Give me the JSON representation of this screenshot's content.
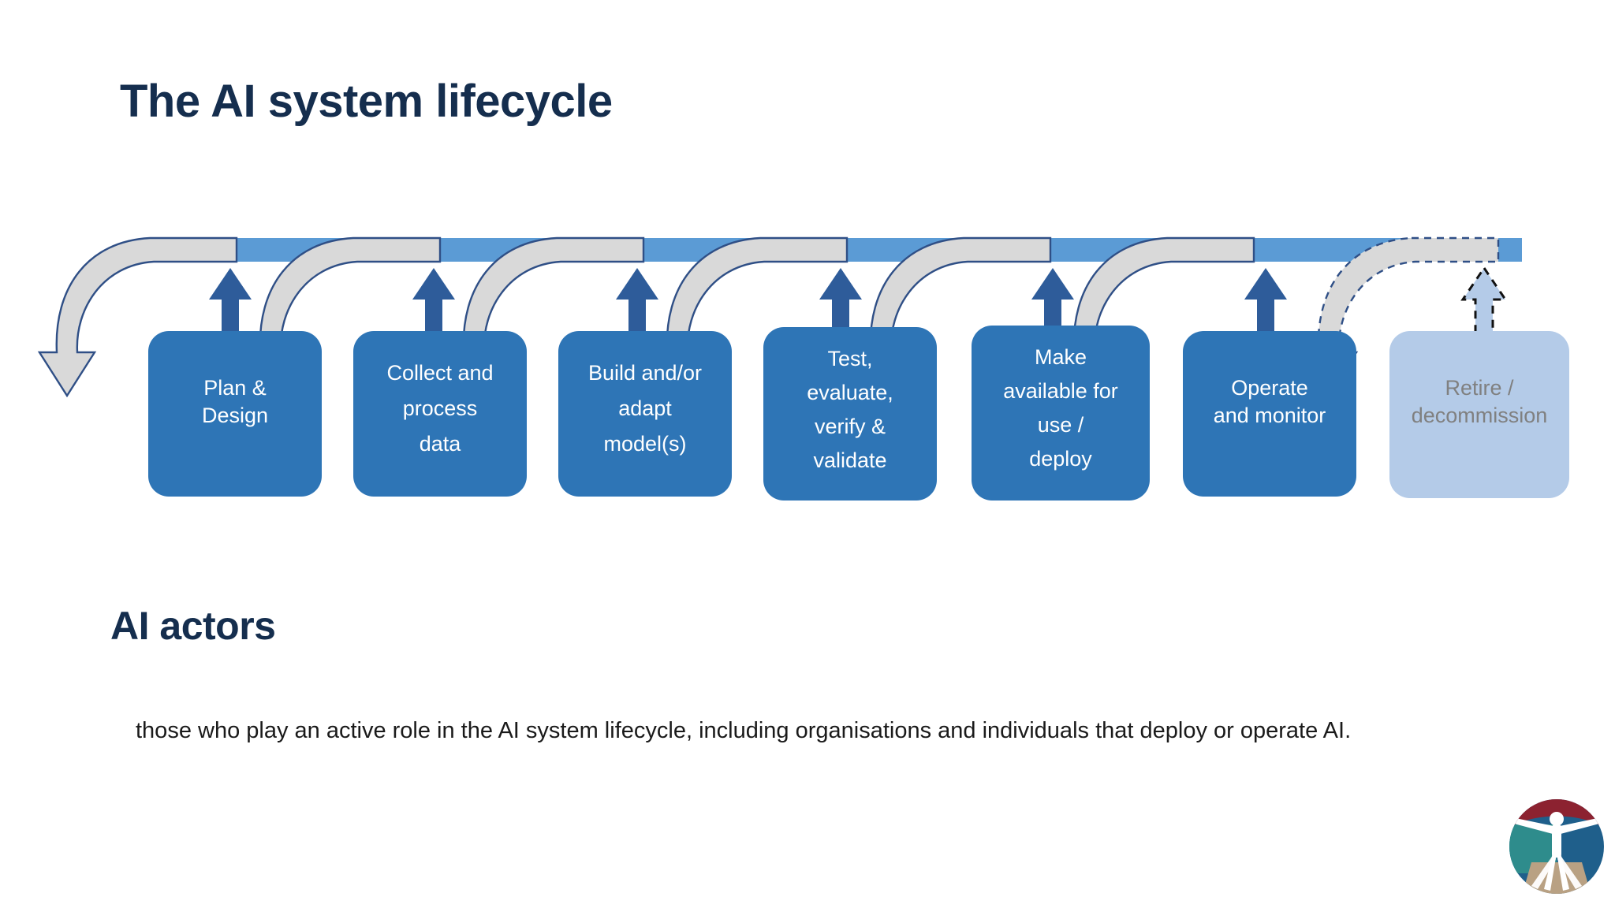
{
  "slide": {
    "title": "The AI system lifecycle",
    "subtitle": "AI actors",
    "body": "those who play an active role in the AI system lifecycle, including organisations and individuals that deploy or operate AI."
  },
  "colors": {
    "heading": "#152E4E",
    "box_fill": "#2E75B6",
    "box_fill_muted": "#B4CBE8",
    "box_text": "#FFFFFF",
    "box_text_muted": "#808080",
    "top_bar": "#5B9BD5",
    "arrow_up": "#2E5C9A",
    "curve_fill": "#D9D9D9",
    "curve_stroke": "#2F4F86",
    "body_text": "#1A1A1A"
  },
  "lifecycle": {
    "top_bar_label": "",
    "stages": [
      {
        "id": "plan-design",
        "lines": [
          "Plan &",
          "Design"
        ],
        "muted": false
      },
      {
        "id": "collect-data",
        "lines": [
          "Collect and",
          "process",
          "data"
        ],
        "muted": false
      },
      {
        "id": "build-model",
        "lines": [
          "Build and/or",
          "adapt",
          "model(s)"
        ],
        "muted": false
      },
      {
        "id": "test-validate",
        "lines": [
          "Test,",
          "evaluate,",
          "verify &",
          "validate"
        ],
        "muted": false
      },
      {
        "id": "make-available",
        "lines": [
          "Make",
          "available for",
          "use /",
          "deploy"
        ],
        "muted": false
      },
      {
        "id": "operate-monitor",
        "lines": [
          "Operate",
          "and monitor"
        ],
        "muted": false
      },
      {
        "id": "retire",
        "lines": [
          "Retire /",
          "decommission"
        ],
        "muted": true
      }
    ]
  },
  "logo": {
    "name": "vitruvian-man-logo",
    "top_color": "#8C2230",
    "left_color": "#2E8C8C",
    "right_color": "#1F5F8B",
    "bottom_color": "#B9A183"
  }
}
